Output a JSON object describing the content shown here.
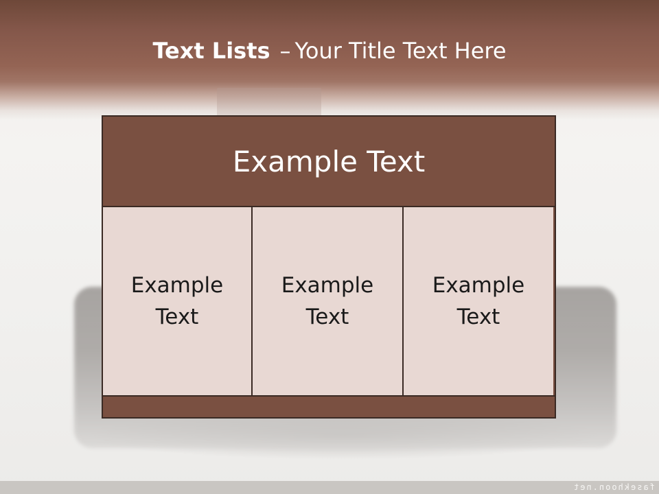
{
  "slide": {
    "title_bold": "Text Lists",
    "title_separator": "–",
    "title_rest": "Your Title Text Here"
  },
  "table": {
    "header": "Example Text",
    "cells": [
      "Example Text",
      "Example Text",
      "Example Text"
    ]
  },
  "watermark": "fasekhoon.net",
  "colors": {
    "banner": "#8a5a4a",
    "table_header": "#7a5041",
    "cell_fill": "#e8d8d3",
    "border": "#3a2a24"
  }
}
